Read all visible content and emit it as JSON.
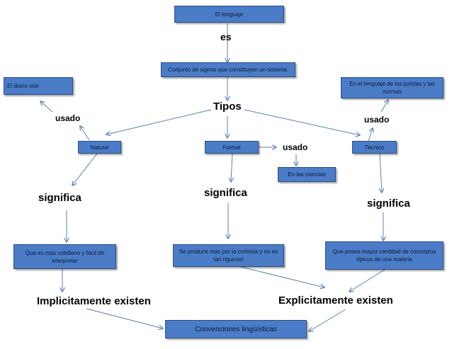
{
  "nodes": {
    "lenguaje": "El lenguaje",
    "conjunto": "Conjunto de signos que constituyen un sistema.",
    "diario": "El diario vivir",
    "juristas": "En el lenguaje de los juristas y las normas",
    "natural": "Natural",
    "formal": "Formal",
    "tecnico": "Técnico",
    "ciencias": "En las ciencias",
    "cotidiano": "Que es más cotidiano y fácil de interpretar",
    "cortesia": "Se produce más por la cortesía y no es tan riguroso",
    "conceptos": "Que posee mayor cantidad de conceptos típicos de una materia",
    "convenciones": "Convenciones lingüísticas"
  },
  "labels": {
    "es": "es",
    "tipos": "Tipos",
    "usado_left": "usado",
    "usado_mid": "usado",
    "usado_right": "usado",
    "significa_left": "significa",
    "significa_mid": "significa",
    "significa_right": "significa",
    "implicitamente": "Implicitamente existen",
    "explicitamente": "Explicitamente existen"
  },
  "colors": {
    "box_fill": "#4a7cc7",
    "box_border": "#2c4f84",
    "arrow": "#5b7fb8"
  }
}
